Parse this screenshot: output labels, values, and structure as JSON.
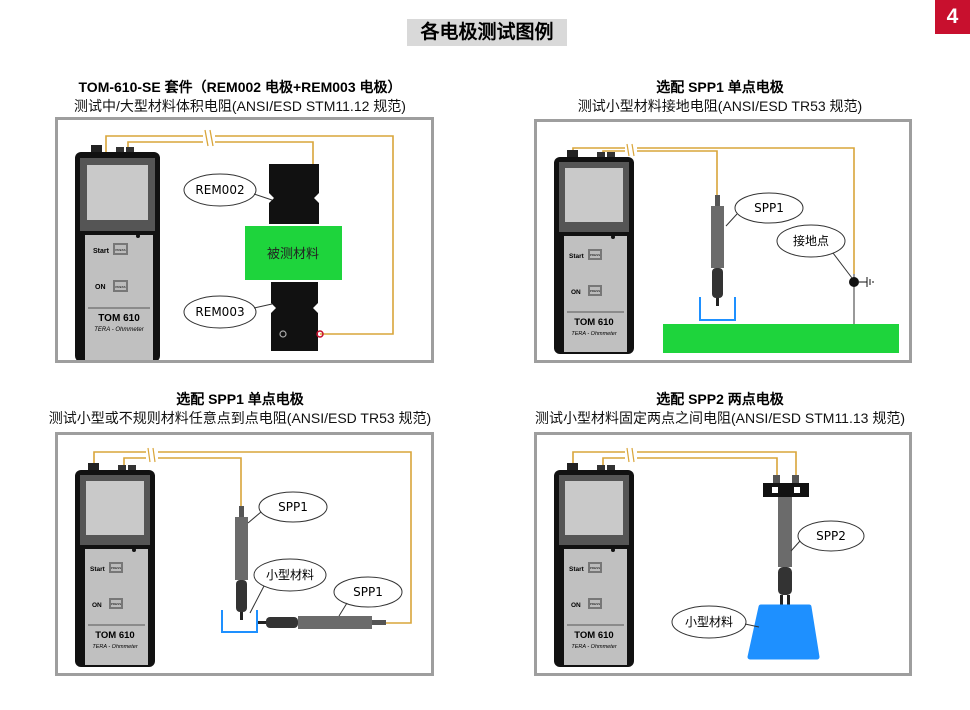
{
  "page": {
    "title": "各电极测试图例",
    "number": "4"
  },
  "meter": {
    "start_label": "Start",
    "on_label": "ON",
    "press_label": "PRESS",
    "model": "TOM 610",
    "brand": "TERA - Ohmmeter"
  },
  "panels": [
    {
      "title": "TOM-610-SE 套件（REM002 电极+REM003 电极）",
      "subtitle": "测试中/大型材料体积电阻(ANSI/ESD STM11.12 规范)",
      "labels": {
        "rem002": "REM002",
        "rem003": "REM003",
        "material": "被测材料"
      }
    },
    {
      "title": "选配 SPP1 单点电极",
      "subtitle": "测试小型材料接地电阻(ANSI/ESD TR53 规范)",
      "labels": {
        "probe": "SPP1",
        "ground": "接地点"
      }
    },
    {
      "title": "选配 SPP1 单点电极",
      "subtitle": "测试小型或不规则材料任意点到点电阻(ANSI/ESD TR53 规范)",
      "labels": {
        "probe_a": "SPP1",
        "material": "小型材料",
        "probe_b": "SPP1"
      }
    },
    {
      "title": "选配 SPP2 两点电极",
      "subtitle": "测试小型材料固定两点之间电阻(ANSI/ESD STM11.13 规范)",
      "labels": {
        "probe": "SPP2",
        "material": "小型材料"
      }
    }
  ],
  "colors": {
    "wire": "#d9a53a",
    "material_green": "#1ed43c",
    "material_blue": "#1e90ff",
    "frame": "#9e9e9e",
    "accent_red": "#c8102e"
  }
}
